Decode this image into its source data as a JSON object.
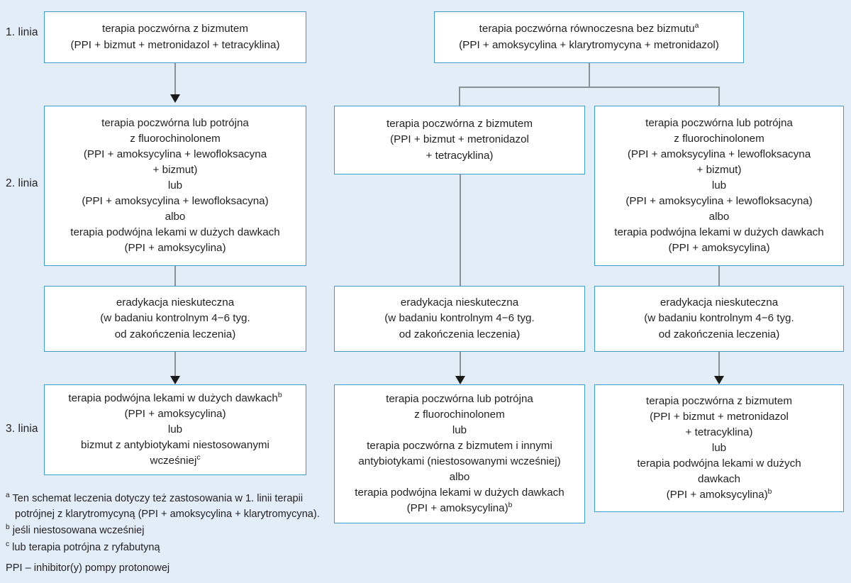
{
  "page": {
    "background_color": "#e3edf8",
    "box_border_color": "#3f9bcb",
    "box_fill_color": "#ffffff",
    "connector_color": "#8a8f94",
    "arrow_color": "#1a1a1a",
    "text_color": "#231f20"
  },
  "row_labels": {
    "line1": "1. linia",
    "line2": "2. linia",
    "line3": "3. linia"
  },
  "nodes": {
    "r1c1": {
      "lines": [
        "terapia poczwórna z bizmutem",
        "(PPI + bizmut + metronidazol + tetracyklina)"
      ]
    },
    "r1c3": {
      "lines": [
        "terapia poczwórna równoczesna bez bizmutu<sup>a</sup>",
        "(PPI + amoksycylina + klarytromycyna + metronidazol)"
      ]
    },
    "r2c1": {
      "lines": [
        "terapia poczwórna lub potrójna",
        "z fluorochinolonem",
        "(PPI + amoksycylina + lewofloksacyna",
        "+ bizmut)",
        "lub",
        "(PPI + amoksycylina + lewofloksacyna)",
        "albo",
        "terapia podwójna lekami w dużych dawkach",
        "(PPI + amoksycylina)"
      ]
    },
    "r2c2": {
      "lines": [
        "terapia poczwórna z bizmutem",
        "(PPI + bizmut + metronidazol",
        "+ tetracyklina)"
      ]
    },
    "r2c3": {
      "lines": [
        "terapia poczwórna lub potrójna",
        "z fluorochinolonem",
        "(PPI + amoksycylina + lewofloksacyna",
        "+ bizmut)",
        "lub",
        "(PPI + amoksycylina + lewofloksacyna)",
        "albo",
        "terapia podwójna lekami w dużych dawkach",
        "(PPI + amoksycylina)"
      ]
    },
    "r3c1": {
      "lines": [
        "eradykacja nieskuteczna",
        "(w badaniu kontrolnym 4−6 tyg.",
        "od zakończenia leczenia)"
      ]
    },
    "r3c2": {
      "lines": [
        "eradykacja nieskuteczna",
        "(w badaniu kontrolnym 4−6 tyg.",
        "od zakończenia leczenia)"
      ]
    },
    "r3c3": {
      "lines": [
        "eradykacja nieskuteczna",
        "(w badaniu kontrolnym 4−6 tyg.",
        "od zakończenia leczenia)"
      ]
    },
    "r4c1": {
      "lines": [
        "terapia podwójna lekami w dużych dawkach<sup>b</sup>",
        "(PPI + amoksycylina)",
        "lub",
        "bizmut z antybiotykami niestosowanymi",
        "wcześniej<sup>c</sup>"
      ]
    },
    "r4c2": {
      "lines": [
        "terapia poczwórna lub potrójna",
        "z fluorochinolonem",
        "lub",
        "terapia poczwórna z bizmutem i innymi",
        "antybiotykami (niestosowanymi wcześniej)",
        "albo",
        "terapia podwójna lekami w dużych dawkach",
        "(PPI + amoksycylina)<sup>b</sup>"
      ]
    },
    "r4c3": {
      "lines": [
        "terapia poczwórna z bizmutem",
        "(PPI + bizmut + metronidazol",
        "+ tetracyklina)",
        "lub",
        "terapia podwójna lekami w dużych",
        "dawkach",
        "(PPI + amoksycylina)<sup>b</sup>"
      ]
    }
  },
  "footnotes": {
    "a": {
      "mark": "a",
      "text": "Ten schemat leczenia dotyczy też zastosowania w 1. linii terapii potrójnej z klarytromycyną (PPI + amoksycylina + klarytromycyna)."
    },
    "b": {
      "mark": "b",
      "text": "jeśli niestosowana wcześniej"
    },
    "c": {
      "mark": "c",
      "text": "lub terapia potrójna z ryfabutyną"
    },
    "abbrev": "PPI – inhibitor(y) pompy protonowej"
  }
}
